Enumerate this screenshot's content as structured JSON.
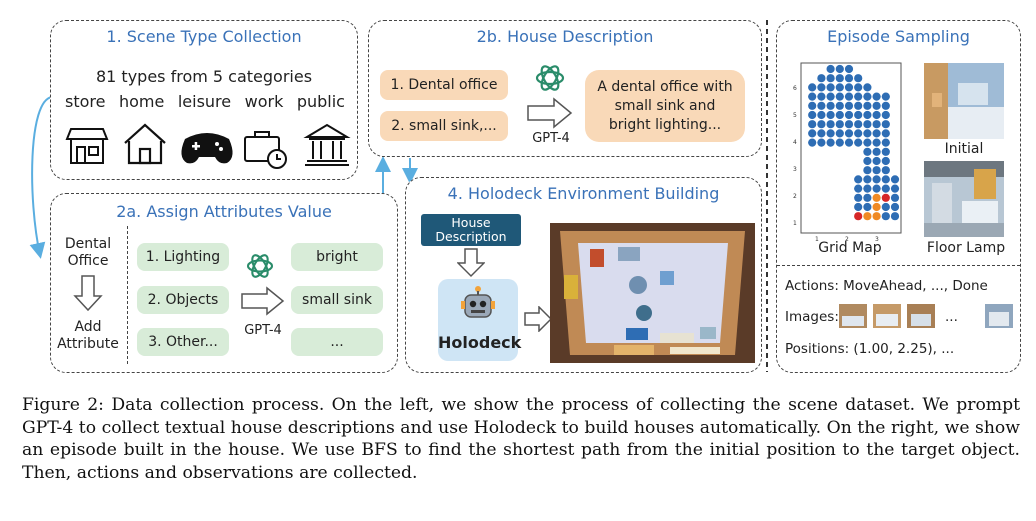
{
  "scene_type": {
    "title": "1. Scene Type Collection",
    "summary": "81 types from 5 categories",
    "categories": [
      "store",
      "home",
      "leisure",
      "work",
      "public"
    ]
  },
  "house_description": {
    "title": "2b. House Description",
    "inputs": [
      "1. Dental office",
      "2. small sink,..."
    ],
    "model": "GPT-4",
    "output": "A dental office with small sink and bright lighting..."
  },
  "assign_attributes": {
    "title": "2a. Assign Attributes Value",
    "left_top": "Dental Office",
    "left_bottom": "Add Attribute",
    "attributes": [
      "1. Lighting",
      "2. Objects",
      "3. Other..."
    ],
    "model": "GPT-4",
    "values": [
      "bright",
      "small sink",
      "..."
    ]
  },
  "holodeck": {
    "title": "4. Holodeck Environment Building",
    "input_label": "House Description",
    "engine_label": "Holodeck"
  },
  "episode_sampling": {
    "title": "Episode Sampling",
    "grid_map_label": "Grid Map",
    "initial_label": "Initial",
    "target_label": "Floor Lamp",
    "y_ticks": [
      "1",
      "2",
      "3",
      "4",
      "5",
      "6"
    ],
    "x_ticks": [
      "1",
      "2",
      "3"
    ],
    "actions": "Actions: MoveAhead, ..., Done",
    "images_label": "Images:",
    "images_ellipsis": "...",
    "positions": "Positions: (1.00, 2.25), ..."
  },
  "caption": "Figure 2: Data collection process. On the left, we show the process of collecting the scene dataset. We prompt GPT-4 to collect textual house descriptions and use Holodeck to build houses automatically. On the right, we show an episode built in the house. We use BFS to find the shortest path from the initial position to the target object. Then, actions and observations are collected.",
  "colors": {
    "title_blue": "#3a72b8",
    "arrow_blue": "#5aaee0",
    "dot_blue": "#2e6db4",
    "path_orange": "#f08a24",
    "target_red": "#d62728"
  }
}
